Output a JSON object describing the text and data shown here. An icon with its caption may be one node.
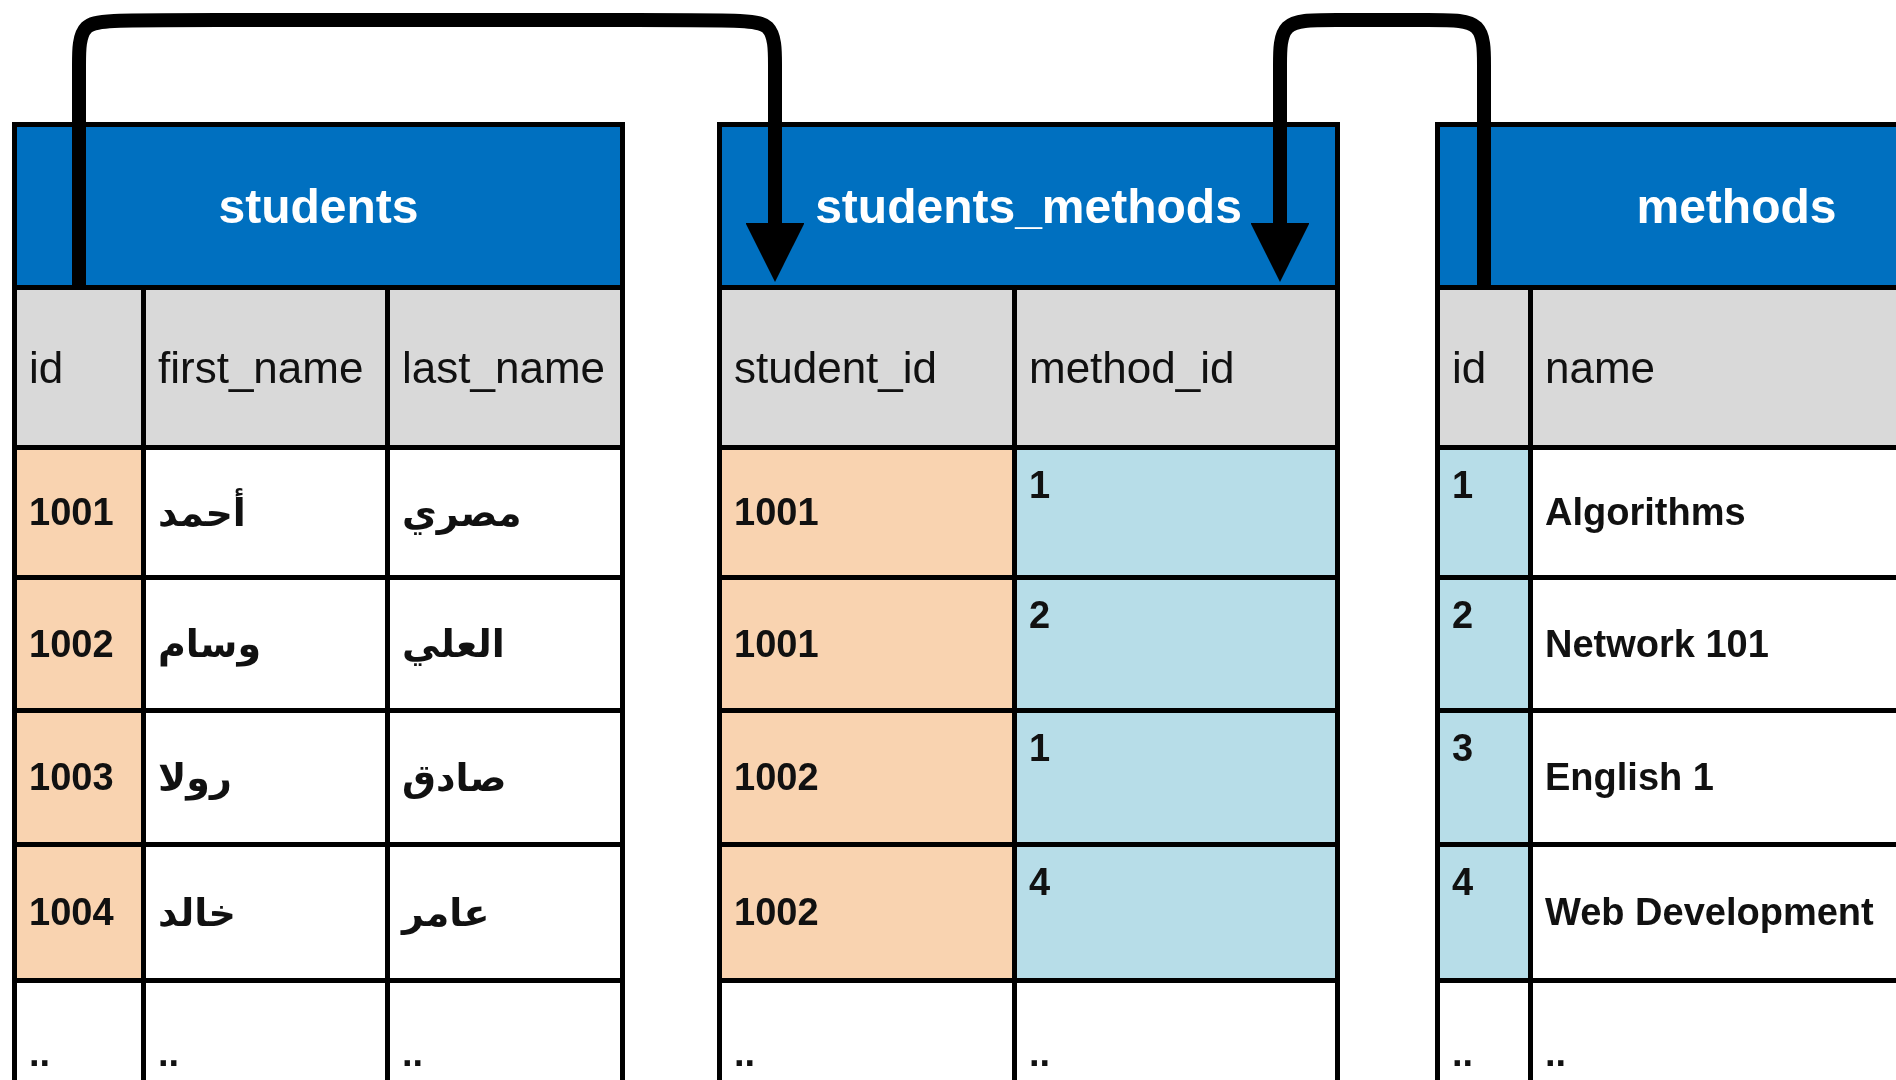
{
  "diagram": {
    "nodes": [
      {
        "text": [
          "students"
        ]
      },
      {
        "text": [
          "id"
        ],
        "in": 0
      },
      {
        "text": [
          "first_name"
        ],
        "in": 0
      },
      {
        "text": [
          "last_name"
        ],
        "in": 0
      },
      {
        "text": [
          "students_methods"
        ]
      },
      {
        "text": [
          "student_id"
        ],
        "in": 4
      },
      {
        "text": [
          "method_id"
        ],
        "in": 4
      },
      {
        "text": [
          "methods"
        ]
      },
      {
        "text": [
          "id"
        ],
        "in": 7
      },
      {
        "text": [
          "name"
        ],
        "in": 7
      }
    ],
    "edges": [
      {
        "from": 1,
        "to": 5,
        "arrow": "to"
      },
      {
        "from": 8,
        "to": 6,
        "arrow": "to"
      }
    ],
    "labels": [
      "1001",
      "أحمد",
      "مصري",
      "1002",
      "وسام",
      "العلي",
      "1003",
      "رولا",
      "صادق",
      "1004",
      "خالد",
      "عامر",
      "..",
      "..",
      "..",
      "1001",
      "1",
      "1001",
      "2",
      "1002",
      "1",
      "1002",
      "4",
      "..",
      "..",
      "1",
      "Algorithms",
      "2",
      "Network 101",
      "3",
      "English 1",
      "4",
      "Web Development",
      "..",
      ".."
    ]
  }
}
